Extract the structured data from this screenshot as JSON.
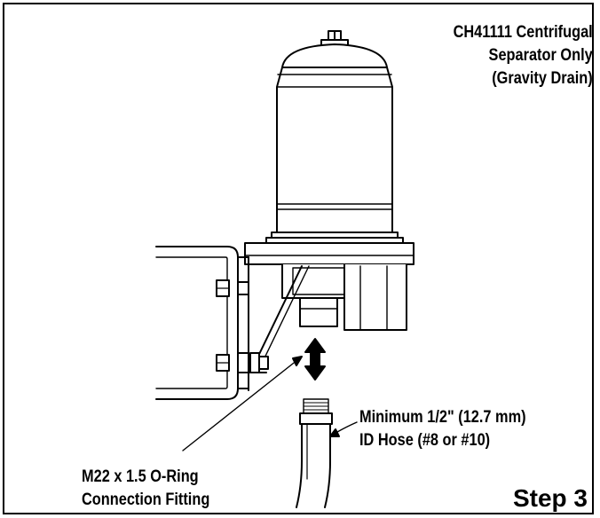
{
  "title": {
    "line1": "CH41111 Centrifugal",
    "line2": "Separator Only",
    "line3": "(Gravity Drain)"
  },
  "hose_label": {
    "line1": "Minimum 1/2\" (12.7 mm)",
    "line2": "ID Hose (#8 or #10)"
  },
  "fitting_label": {
    "line1": "M22 x 1.5 O-Ring",
    "line2": "Connection Fitting"
  },
  "step": "Step 3"
}
